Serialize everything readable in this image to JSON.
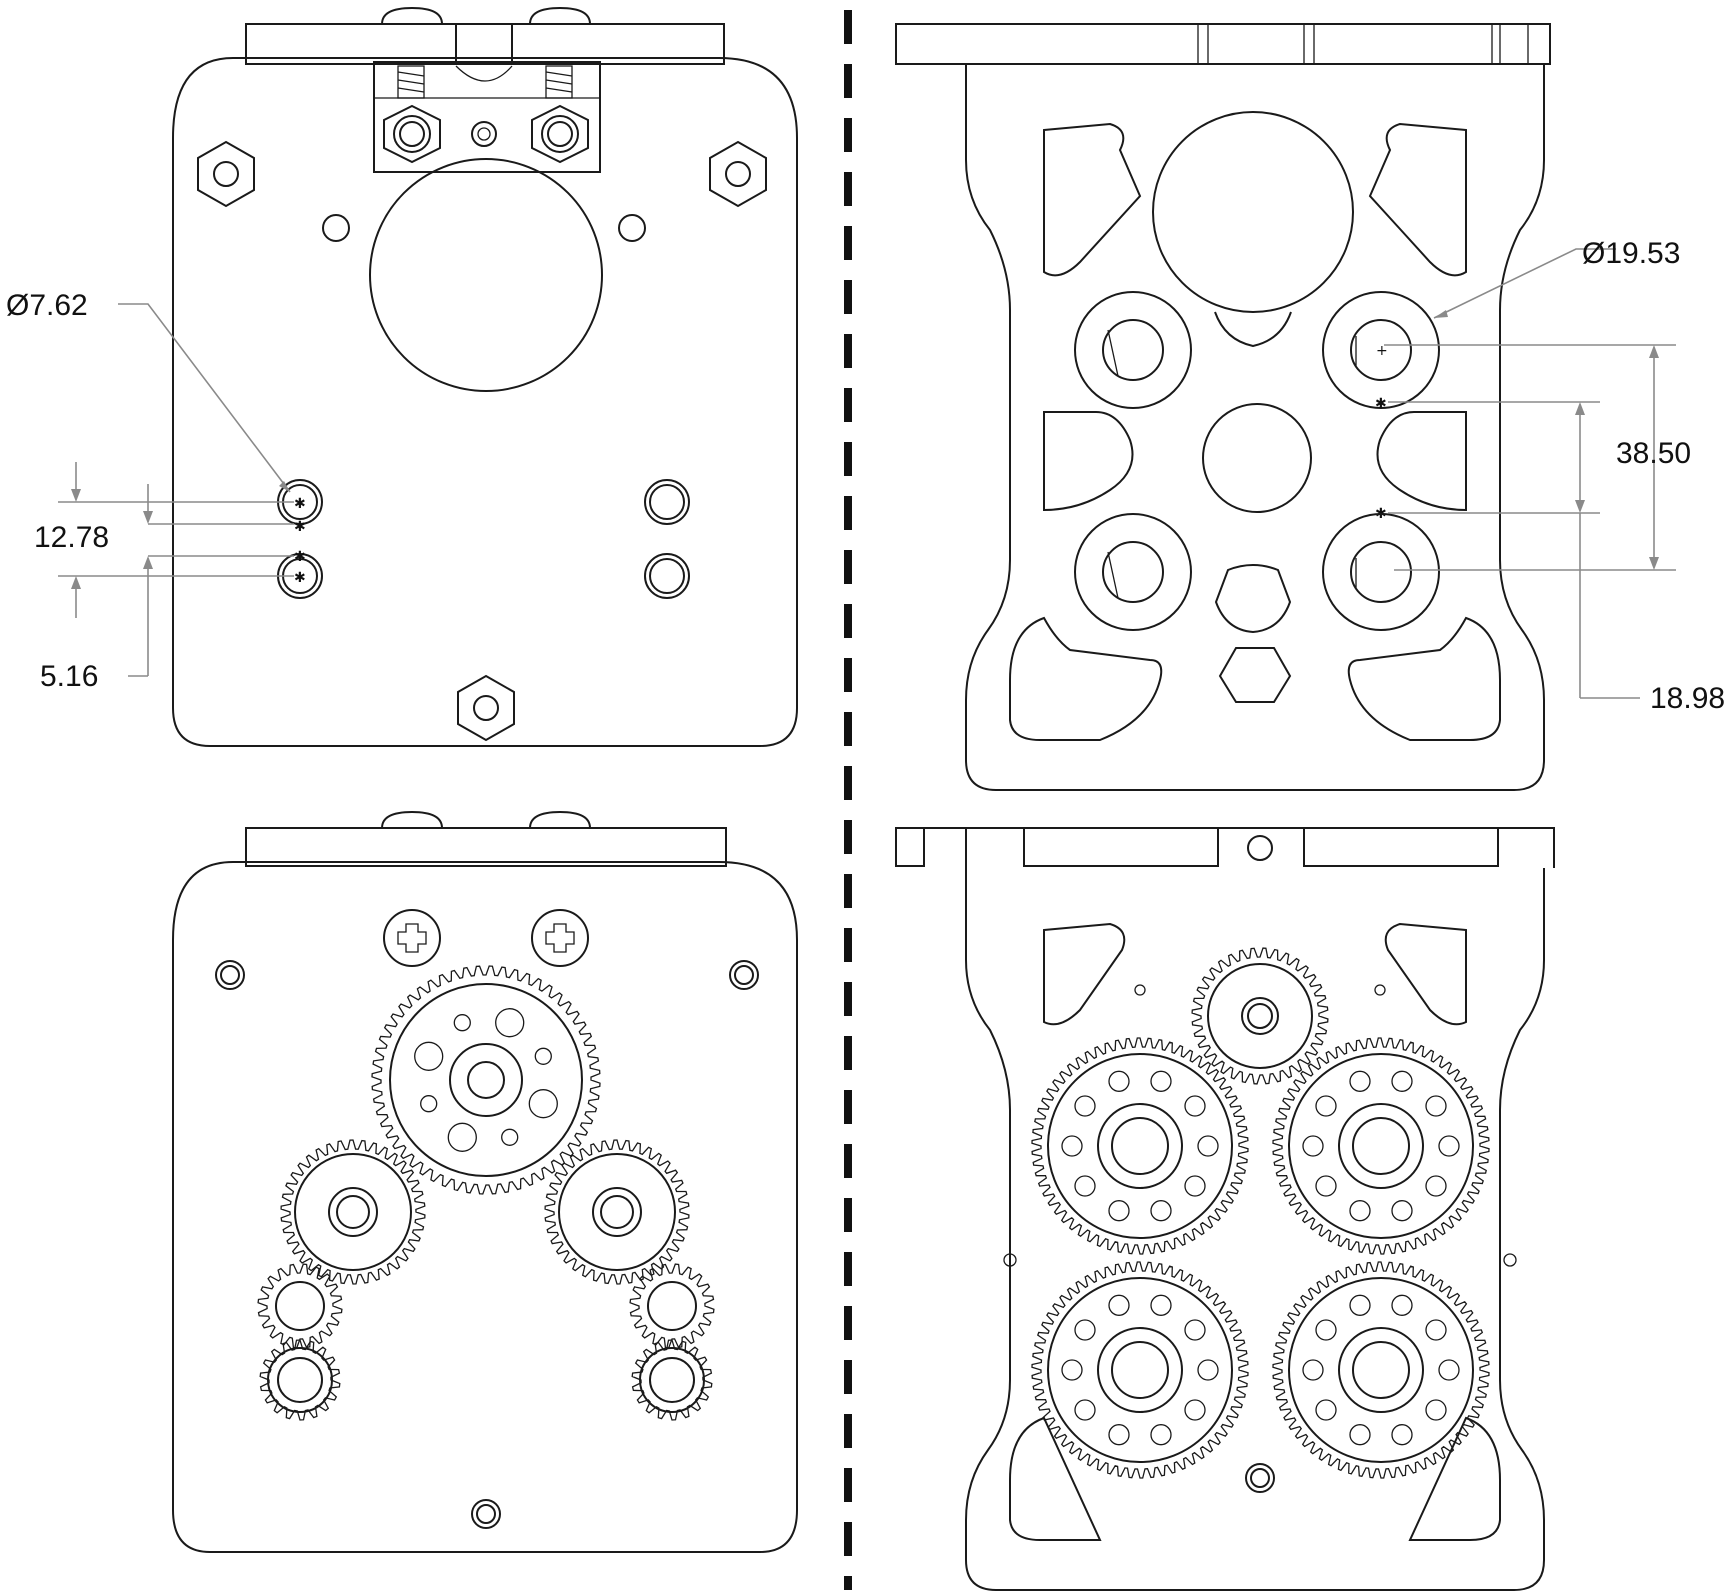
{
  "dimensions": {
    "left_hole_diameter": "Ø7.62",
    "left_vertical_pitch": "12.78",
    "left_offset": "5.16",
    "right_bore_diameter": "Ø19.53",
    "right_pitch": "38.50",
    "right_offset": "18.98"
  },
  "colors": {
    "line": "#1a1a1a",
    "dimension": "#8a8a8a",
    "background": "#ffffff"
  }
}
